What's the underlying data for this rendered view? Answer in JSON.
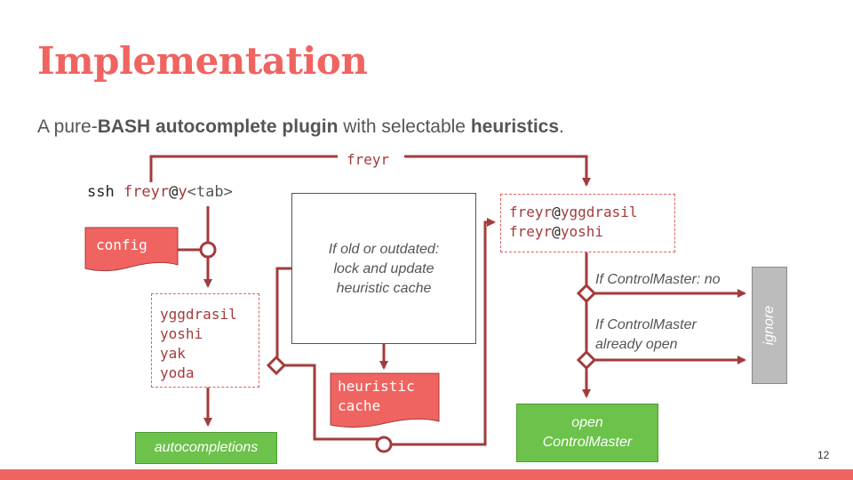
{
  "title": "Implementation",
  "subtitle": {
    "parts": [
      "A pure-",
      "BASH autocomplete plugin",
      " with selectable ",
      "heuristics",
      "."
    ]
  },
  "command": {
    "prefix": "ssh ",
    "user": "freyr",
    "at": "@",
    "host": "y",
    "tab": "<tab>"
  },
  "diagram": {
    "feedback_label": "freyr",
    "config_label": "config",
    "candidates": [
      "yggdrasil",
      "yoshi",
      "yak",
      "yoda"
    ],
    "autocompletions_label": "autocompletions",
    "cache_process_lines": [
      "If old or outdated:",
      "lock and update",
      "heuristic cache"
    ],
    "heuristic_cache_lines": [
      "heuristic",
      "cache"
    ],
    "results": [
      {
        "user": "freyr",
        "at": "@",
        "host": "yggdrasil"
      },
      {
        "user": "freyr",
        "at": "@",
        "host": "yoshi"
      }
    ],
    "cond_no": "If ControlMaster: no",
    "cond_open_lines": [
      "If ControlMaster",
      "already open"
    ],
    "ignore_label": "ignore",
    "open_cm_lines": [
      "open",
      "ControlMaster"
    ]
  },
  "colors": {
    "accent": "#ef6461",
    "arrow": "#a33b3d",
    "green": "#6cc24a",
    "gray": "#bcbcbc"
  },
  "page_number": "12"
}
